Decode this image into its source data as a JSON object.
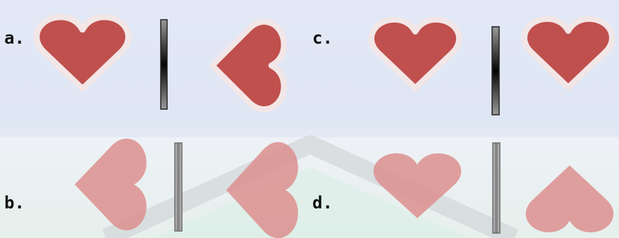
{
  "labels": {
    "a": "a.",
    "b": "b.",
    "c": "c.",
    "d": "d."
  },
  "colors": {
    "heart_solid": "#c0504d",
    "heart_faded": "#dc8f8e",
    "heart_outline": "#f3e6e6",
    "mirror_dark": "#111111",
    "mirror_light": "#8a8a8a"
  },
  "icons": [
    "heart-icon",
    "mirror-line-icon"
  ]
}
